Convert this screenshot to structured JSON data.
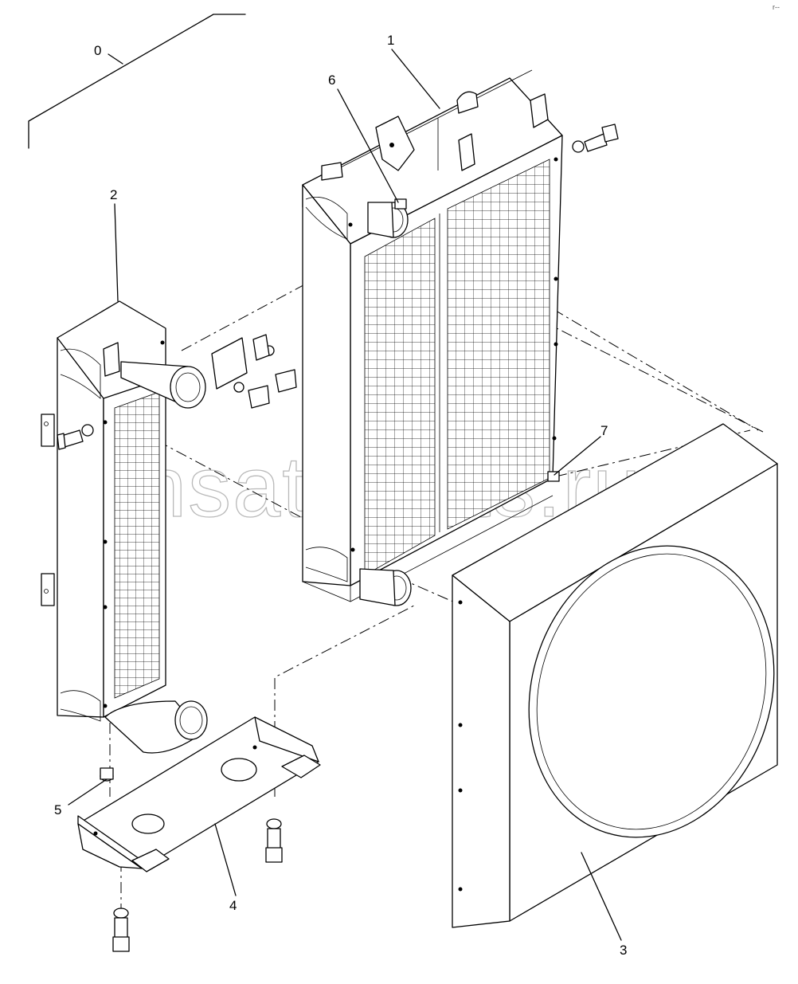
{
  "watermark": "ansat-parts.ru",
  "corner_mark": "r--",
  "callouts": {
    "c0": "0",
    "c1": "1",
    "c2": "2",
    "c3": "3",
    "c4": "4",
    "c5": "5",
    "c6": "6",
    "c7": "7"
  },
  "parts": [
    {
      "ref": "0",
      "part": "assembly-group"
    },
    {
      "ref": "1",
      "part": "radiator"
    },
    {
      "ref": "2",
      "part": "oil-cooler"
    },
    {
      "ref": "3",
      "part": "fan-shroud"
    },
    {
      "ref": "4",
      "part": "support-bracket"
    },
    {
      "ref": "5",
      "part": "drain-plug"
    },
    {
      "ref": "6",
      "part": "vent-plug"
    },
    {
      "ref": "7",
      "part": "drain-plug"
    }
  ]
}
